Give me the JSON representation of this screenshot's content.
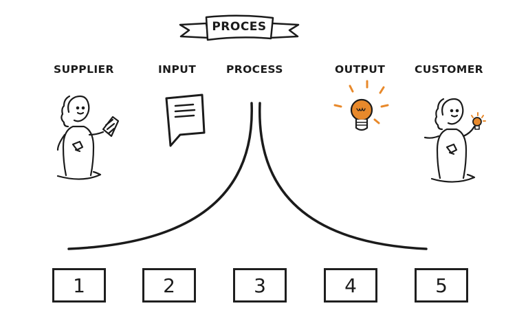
{
  "banner": {
    "text": "PROCES"
  },
  "stages": [
    {
      "label": "SUPPLIER",
      "icon": "supplier-figure-icon"
    },
    {
      "label": "INPUT",
      "icon": "document-icon"
    },
    {
      "label": "PROCESS",
      "icon": "process-curve"
    },
    {
      "label": "OUTPUT",
      "icon": "lightbulb-icon"
    },
    {
      "label": "CUSTOMER",
      "icon": "customer-figure-icon"
    }
  ],
  "steps": [
    "1",
    "2",
    "3",
    "4",
    "5"
  ],
  "colors": {
    "ink": "#1b1b1b",
    "accent": "#e8892b"
  }
}
